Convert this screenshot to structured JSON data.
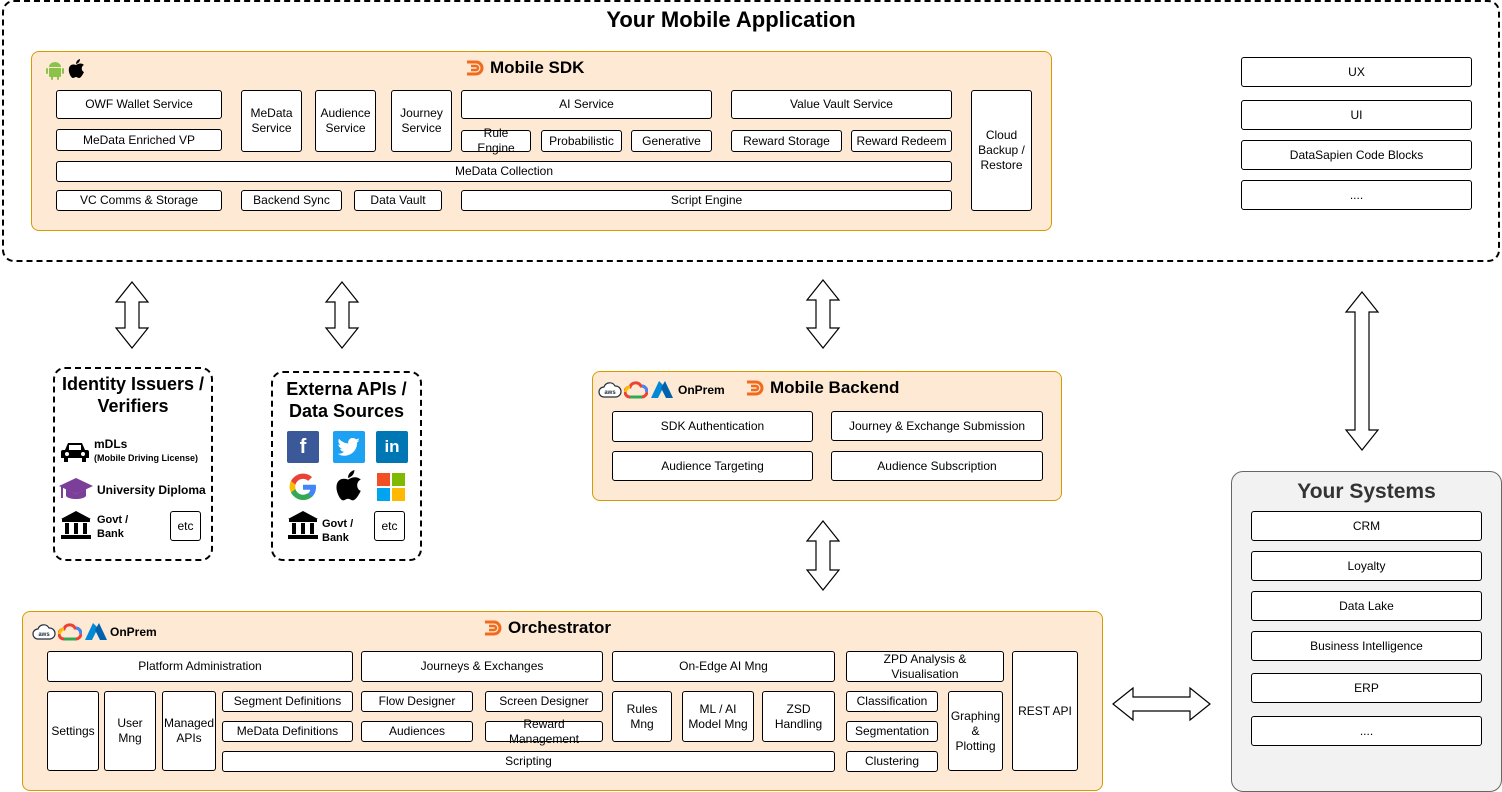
{
  "app": {
    "title": "Your Mobile Application",
    "ui_stack": [
      "UX",
      "UI",
      "DataSapien Code Blocks",
      "...."
    ]
  },
  "sdk": {
    "title": "Mobile SDK",
    "owf": "OWF Wallet Service",
    "medata_vp": "MeData Enriched VP",
    "medata_service": "MeData Service",
    "audience_service": "Audience Service",
    "journey_service": "Journey Service",
    "ai_service": "AI Service",
    "rule_engine": "Rule Engine",
    "probabilistic": "Probabilistic",
    "generative": "Generative",
    "value_vault": "Value Vault Service",
    "reward_storage": "Reward Storage",
    "reward_redeem": "Reward Redeem",
    "cloud_backup": "Cloud Backup / Restore",
    "medata_collection": "MeData Collection",
    "vc_comms": "VC Comms & Storage",
    "backend_sync": "Backend Sync",
    "data_vault": "Data Vault",
    "script_engine": "Script Engine"
  },
  "identity": {
    "title": "Identity Issuers / Verifiers",
    "mdls": "mDLs",
    "mdls_sub": "(Mobile Driving License)",
    "diploma": "University Diploma",
    "govt": "Govt / Bank",
    "etc": "etc"
  },
  "external": {
    "title": "Externa APIs / Data Sources",
    "govt": "Govt / Bank",
    "etc": "etc"
  },
  "backend": {
    "title": "Mobile Backend",
    "onprem": "OnPrem",
    "aws": "aws",
    "sdk_auth": "SDK Authentication",
    "journey_sub": "Journey & Exchange Submission",
    "aud_target": "Audience Targeting",
    "aud_sub": "Audience Subscription"
  },
  "systems": {
    "title": "Your Systems",
    "items": [
      "CRM",
      "Loyalty",
      "Data Lake",
      "Business Intelligence",
      "ERP",
      "...."
    ]
  },
  "orch": {
    "title": "Orchestrator",
    "onprem": "OnPrem",
    "aws": "aws",
    "platform_admin": "Platform Administration",
    "settings": "Settings",
    "user_mng": "User Mng",
    "managed_apis": "Managed APIs",
    "segment_defs": "Segment Definitions",
    "medata_defs": "MeData Definitions",
    "journeys": "Journeys & Exchanges",
    "flow_designer": "Flow Designer",
    "screen_designer": "Screen Designer",
    "audiences": "Audiences",
    "reward_mgmt": "Reward Management",
    "ai_mng": "On-Edge AI Mng",
    "rules_mng": "Rules Mng",
    "ml_mng": "ML / AI Model Mng",
    "zsd": "ZSD Handling",
    "zpd": "ZPD Analysis & Visualisation",
    "classification": "Classification",
    "segmentation": "Segmentation",
    "clustering": "Clustering",
    "graphing": "Graphing & Plotting",
    "rest_api": "REST API",
    "scripting": "Scripting"
  },
  "colors": {
    "panel_fill": "#fde9d4",
    "panel_border": "#d79b00",
    "brand": "#f26b1d",
    "systems_fill": "#f2f2f2"
  }
}
